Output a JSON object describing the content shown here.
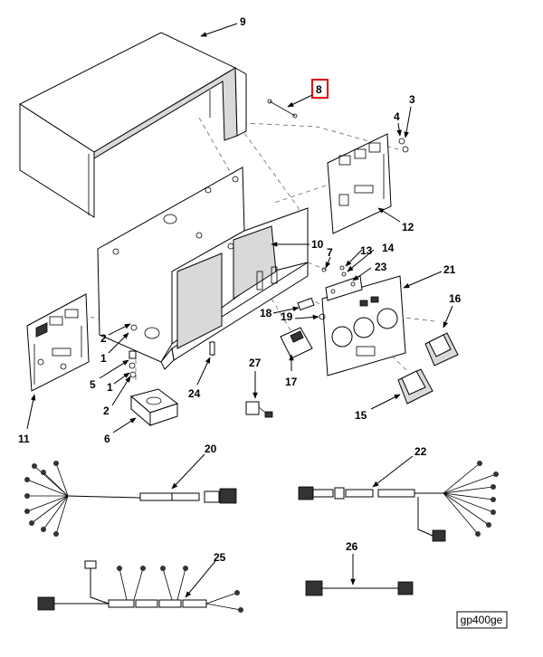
{
  "figure_id": "gp400ge",
  "highlighted_callout": "8",
  "callouts": {
    "c1a": "1",
    "c1b": "1",
    "c2a": "2",
    "c2b": "2",
    "c3": "3",
    "c4": "4",
    "c5": "5",
    "c6": "6",
    "c7": "7",
    "c8": "8",
    "c9": "9",
    "c10": "10",
    "c11": "11",
    "c12": "12",
    "c13": "13",
    "c14": "14",
    "c15": "15",
    "c16": "16",
    "c17": "17",
    "c18": "18",
    "c19": "19",
    "c20": "20",
    "c21": "21",
    "c22": "22",
    "c23": "23",
    "c24": "24",
    "c25": "25",
    "c26": "26",
    "c27": "27"
  }
}
